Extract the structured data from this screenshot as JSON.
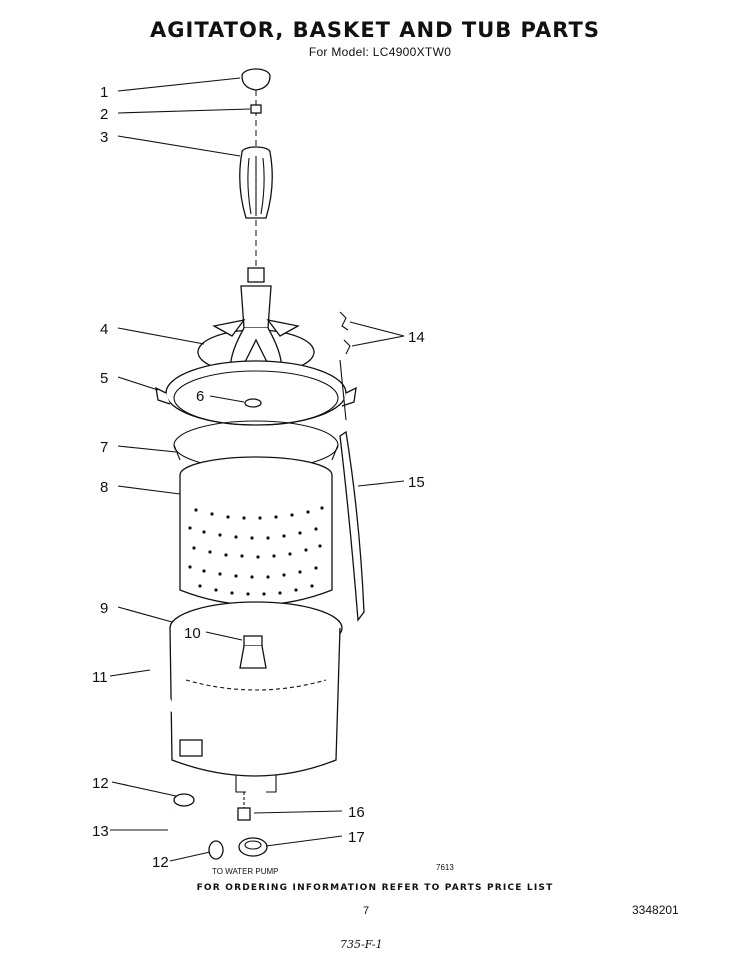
{
  "header": {
    "title": "AGITATOR, BASKET AND TUB PARTS",
    "subtitle": "For Model: LC4900XTW0"
  },
  "callouts": [
    "1",
    "2",
    "3",
    "4",
    "5",
    "6",
    "7",
    "8",
    "9",
    "10",
    "11",
    "12",
    "13",
    "12",
    "14",
    "15",
    "16",
    "17"
  ],
  "labels": {
    "to_water_pump": "TO WATER PUMP",
    "drawing_no": "7613"
  },
  "footer": {
    "note": "FOR ORDERING INFORMATION REFER TO PARTS PRICE LIST",
    "page_number": "7",
    "doc_number": "3348201",
    "handwritten": "735-F-1"
  }
}
